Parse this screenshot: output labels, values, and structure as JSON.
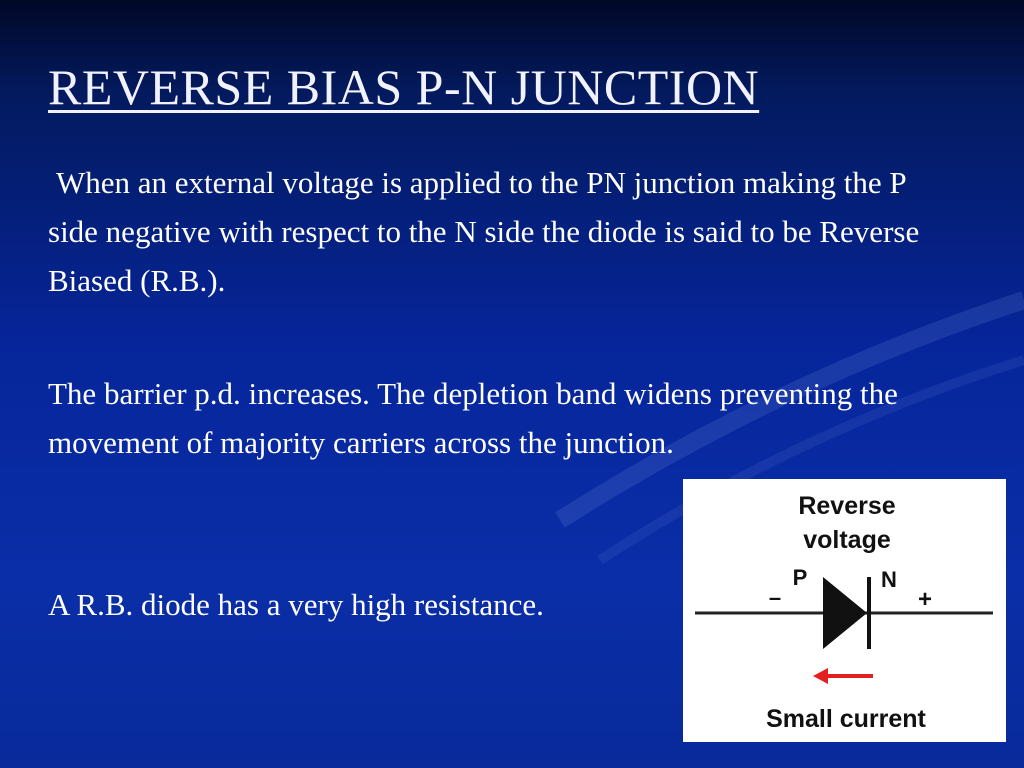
{
  "slide": {
    "title": "REVERSE BIAS P-N JUNCTION",
    "paragraphs": [
      "When an external voltage is applied to the PN junction making the P side negative with respect to the N side the diode is said to be Reverse Biased (R.B.).",
      "The barrier p.d. increases. The depletion band widens preventing the movement of majority carriers across the junction.",
      "A R.B. diode has a very high resistance."
    ]
  },
  "diagram": {
    "title_line1": "Reverse",
    "title_line2": "voltage",
    "p_label": "P",
    "n_label": "N",
    "minus_sign": "–",
    "plus_sign": "+",
    "caption": "Small current",
    "arrow_color": "#e41f1f"
  }
}
